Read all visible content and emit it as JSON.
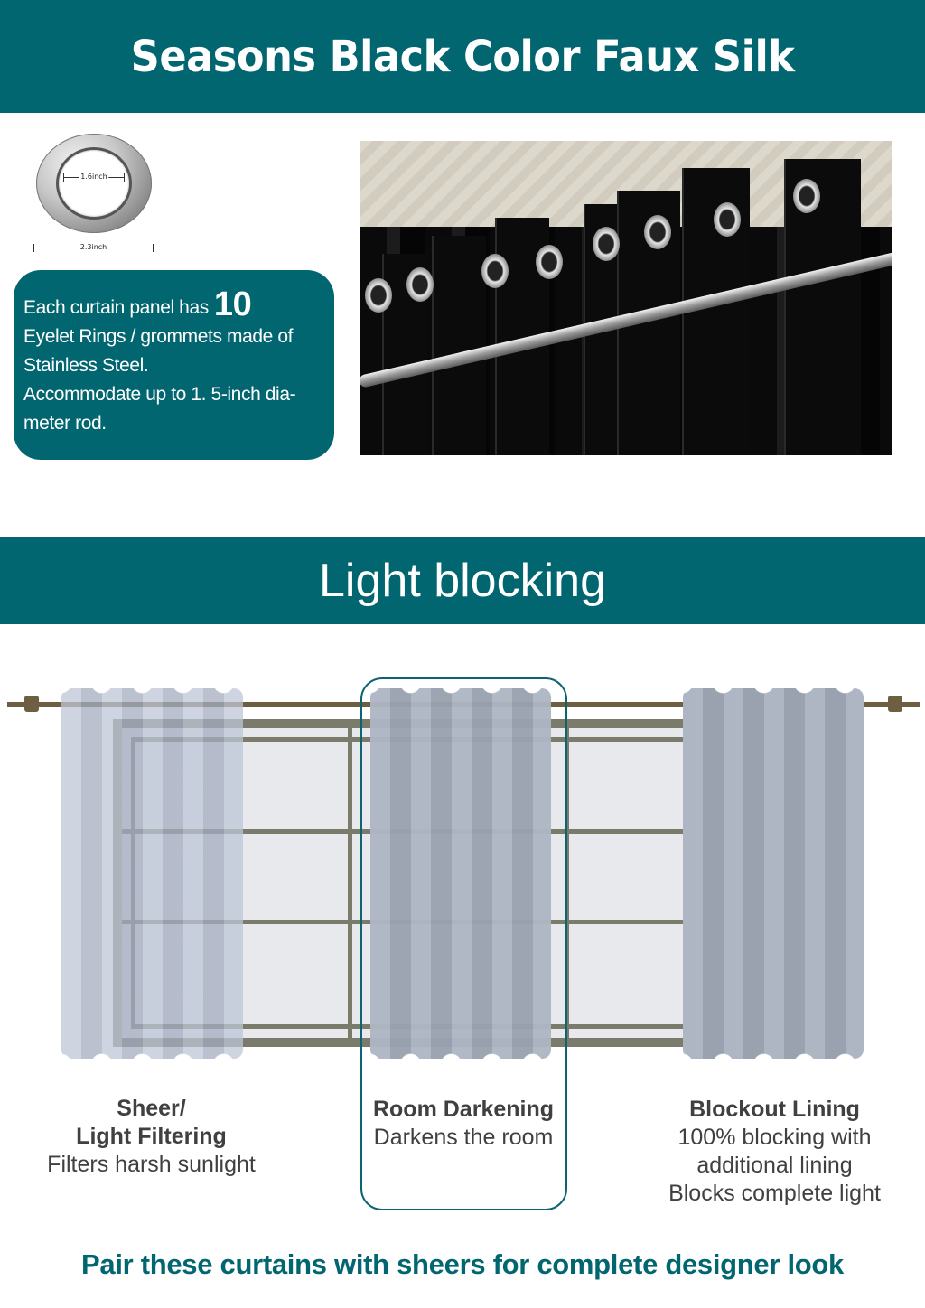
{
  "header": {
    "title": "Seasons Black Color Faux Silk"
  },
  "grommet": {
    "inner_diameter_label": "1.6inch",
    "outer_diameter_label": "2.3inch"
  },
  "info_box": {
    "lines": [
      "Each curtain panel has",
      "Eyelet Rings / grommets made of",
      "Stainless Steel.",
      "Accommodate up to 1. 5-inch dia-",
      "meter rod."
    ],
    "ring_count": "10"
  },
  "section": {
    "title": "Light blocking"
  },
  "options": [
    {
      "title_lines": [
        "Sheer/",
        "Light Filtering"
      ],
      "description_lines": [
        "Filters harsh sunlight"
      ]
    },
    {
      "title_lines": [
        "Room Darkening"
      ],
      "description_lines": [
        "Darkens the room"
      ],
      "highlighted": true
    },
    {
      "title_lines": [
        "Blockout Lining"
      ],
      "description_lines": [
        "100% blocking with",
        "additional lining",
        "Blocks complete light"
      ]
    }
  ],
  "footer": {
    "text": "Pair these curtains with sheers for complete designer look"
  },
  "colors": {
    "brand_teal": "#026670",
    "caption_gray": "#404040",
    "rod_brown": "#6e5f43",
    "window_frame": "#7b7b6b",
    "curtain_gray": "#aeb6c4"
  }
}
